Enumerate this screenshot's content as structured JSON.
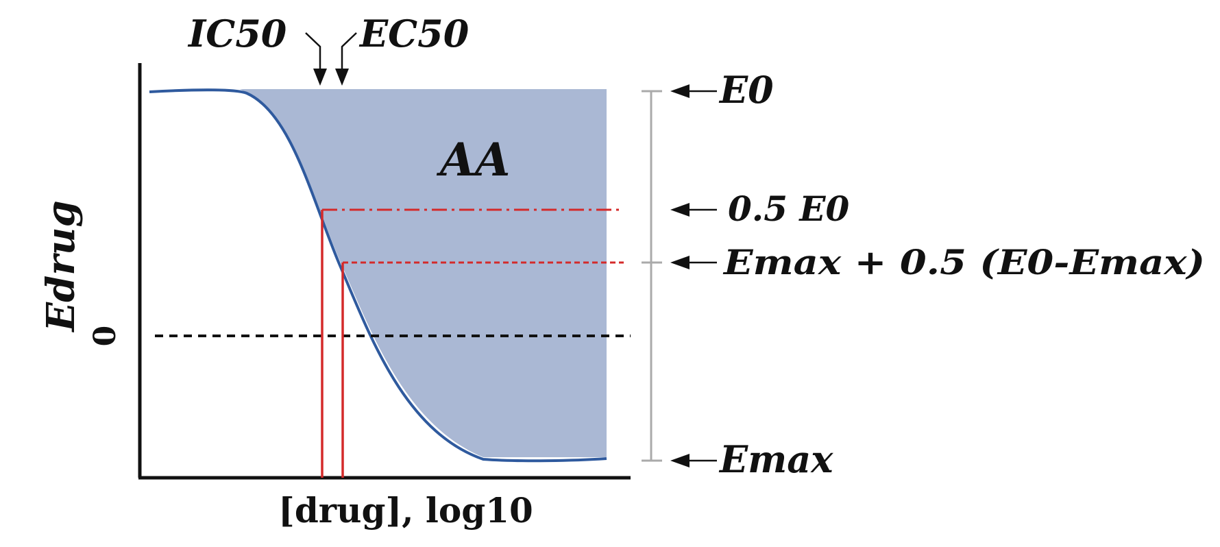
{
  "diagram": {
    "top_labels": {
      "ic50": "IC50",
      "ec50": "EC50"
    },
    "area_label": "AA",
    "y_axis_label": "Edrug",
    "zero_label": "0",
    "x_axis_label": "[drug], log10",
    "right_labels": {
      "e0": "E0",
      "half_e0": "0.5 E0",
      "midpoint": "Emax + 0.5 (E0-Emax)",
      "emax": "Emax"
    },
    "colors": {
      "curve": "#2f5a9e",
      "shaded_area": "#aab8d4",
      "marker_lines": "#d42a2a",
      "zero_line": "#111111",
      "range_bar": "#aaaaaa",
      "axis": "#111111"
    }
  }
}
